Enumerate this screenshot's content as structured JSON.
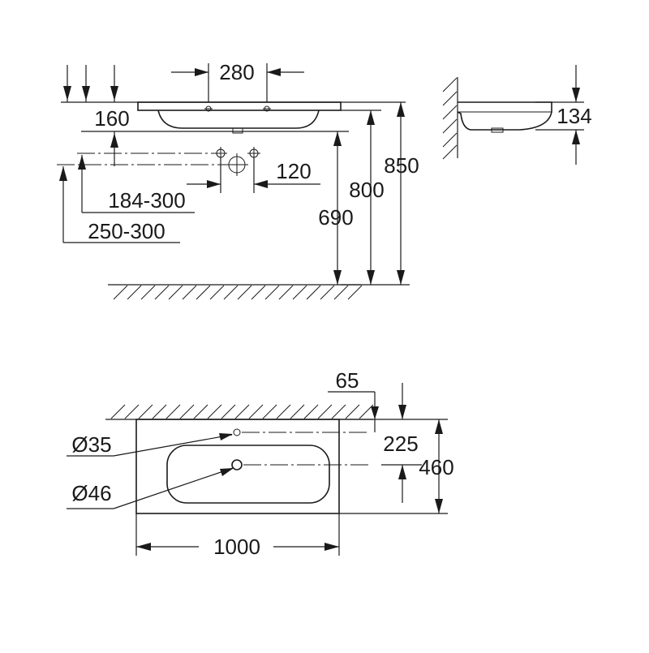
{
  "front_view": {
    "dim_tap_hole_spacing": "280",
    "dim_basin_depth": "160",
    "dim_drain_spacing": "120",
    "dim_waste_height_range": "184-300",
    "dim_supply_height_range": "250-300",
    "dim_mount_height": "690",
    "dim_rim_height": "800",
    "dim_overall_height": "850"
  },
  "side_view": {
    "dim_projection": "134"
  },
  "top_view": {
    "dim_wall_gap": "65",
    "dim_tap_hole_diameter": "Ø35",
    "dim_waste_diameter": "Ø46",
    "dim_waste_offset": "225",
    "dim_depth": "460",
    "dim_width": "1000"
  }
}
